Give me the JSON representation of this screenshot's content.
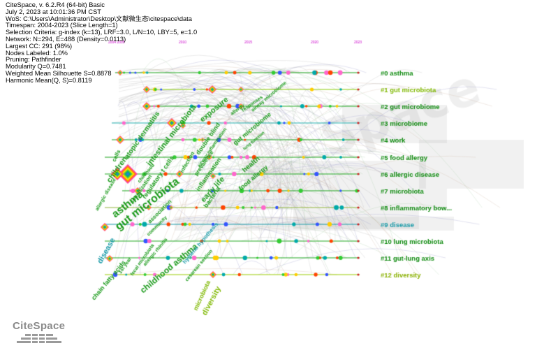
{
  "header": {
    "lines": [
      "CiteSpace, v. 6.2.R4 (64-bit) Basic",
      "July 2, 2023 at 10:01:36 PM CST",
      "WoS: C:\\Users\\Administrator\\Desktop\\文献微生态\\citespace\\data",
      "Timespan: 2004-2023 (Slice Length=1)",
      "Selection Criteria: g-index (k=13), LRF=3.0, L/N=10, LBY=5, e=1.0",
      "Network: N=294, E=488 (Density=0.0113)",
      "Largest CC: 291 (98%)",
      "Nodes Labeled: 1.0%",
      "Pruning: Pathfinder",
      "Modularity Q=0.7481",
      "Weighted Mean Silhouette S=0.8878",
      "Harmonic Mean(Q, S)=0.8119"
    ]
  },
  "timeline": {
    "year_ticks": [
      "2004 2005",
      "2010",
      "2015",
      "2020",
      "2023"
    ]
  },
  "clusters": [
    {
      "label": "#0 asthma",
      "color": "#0e8a0e"
    },
    {
      "label": "#1 gut microbiota",
      "color": "#7fb800"
    },
    {
      "label": "#2 gut microbiome",
      "color": "#0e8a0e"
    },
    {
      "label": "#3 microbiome",
      "color": "#0e8a0e"
    },
    {
      "label": "#4 work",
      "color": "#0e8a0e"
    },
    {
      "label": "#5 food allergy",
      "color": "#0e8a0e"
    },
    {
      "label": "#6 allergic disease",
      "color": "#0e8a0e"
    },
    {
      "label": "#7 microbiota",
      "color": "#0e8a0e"
    },
    {
      "label": "#8 inflammatory bow...",
      "color": "#0e8a0e"
    },
    {
      "label": "#9 disease",
      "color": "#1a9aa8"
    },
    {
      "label": "#10 lung microbiota",
      "color": "#0e8a0e"
    },
    {
      "label": "#11 gut-lung axis",
      "color": "#0e8a0e"
    },
    {
      "label": "#12 diversity",
      "color": "#8ab000"
    }
  ],
  "keywords": [
    "asthma",
    "gut microbiota",
    "children",
    "cells",
    "atopic dermatitis",
    "intestinal microbiota",
    "exposure",
    "allergy",
    "responses",
    "airway microbiome",
    "double blind",
    "infection",
    "inflammation",
    "health",
    "food allergy",
    "early life",
    "bacteria",
    "prevalence",
    "airway inflammation",
    "gut microbiome",
    "lung function",
    "allergic disease",
    "sensitization",
    "childhood",
    "regulatory t cells",
    "association",
    "community",
    "disease",
    "1st year",
    "chain fatty acids",
    "fecal microbiota",
    "allergic rhinitis",
    "childhood asthma",
    "hygiene hypothesis",
    "cesarean section",
    "microbiota",
    "diversity"
  ],
  "logo": {
    "text": "CiteSpace"
  }
}
